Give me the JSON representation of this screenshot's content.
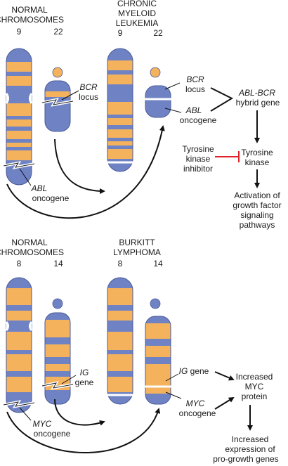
{
  "top": {
    "normal": {
      "line1": "NORMAL",
      "line2": "CHROMOSOMES",
      "num_a": "9",
      "num_b": "22"
    },
    "disease": {
      "line1": "CHRONIC",
      "line2": "MYELOID",
      "line3": "LEUKEMIA",
      "num_a": "9",
      "num_b": "22"
    },
    "bcr_locus_left": {
      "gene": "BCR",
      "word": "locus"
    },
    "abl_bottom": {
      "gene": "ABL",
      "word": "oncogene"
    },
    "bcr_locus_right": {
      "gene": "BCR",
      "word": "locus"
    },
    "abl_right": {
      "gene": "ABL",
      "word": "oncogene"
    },
    "hybrid": {
      "line1": "ABL-BCR",
      "line2": "hybrid gene"
    },
    "tk": {
      "line1": "Tyrosine",
      "line2": "kinase"
    },
    "tki": {
      "line1": "Tyrosine",
      "line2": "kinase",
      "line3": "inhibitor"
    },
    "activation": {
      "line1": "Activation of",
      "line2": "growth factor",
      "line3": "signaling",
      "line4": "pathways"
    }
  },
  "bottom": {
    "normal": {
      "line1": "NORMAL",
      "line2": "CHROMOSOMES",
      "num_a": "8",
      "num_b": "14"
    },
    "disease": {
      "line1": "BURKITT",
      "line2": "LYMPHOMA",
      "num_a": "8",
      "num_b": "14"
    },
    "ig_left": {
      "gene": "IG",
      "word": "gene"
    },
    "myc_bottom": {
      "gene": "MYC",
      "word": "oncogene"
    },
    "ig_right": {
      "gene": "IG",
      "word": "gene"
    },
    "myc_right": {
      "gene": "MYC",
      "word": "oncogene"
    },
    "increased_myc": {
      "line1": "Increased",
      "line2": "MYC",
      "line3": "protein"
    },
    "increased_expr": {
      "line1": "Increased",
      "line2": "expression of",
      "line3": "pro-growth genes"
    }
  },
  "colors": {
    "chromosome_blue": "#6f83c4",
    "chromosome_orange": "#f5b25c",
    "outline": "#4a5a9a",
    "inhibitor_red": "#e0222a",
    "arrow": "#111111"
  }
}
